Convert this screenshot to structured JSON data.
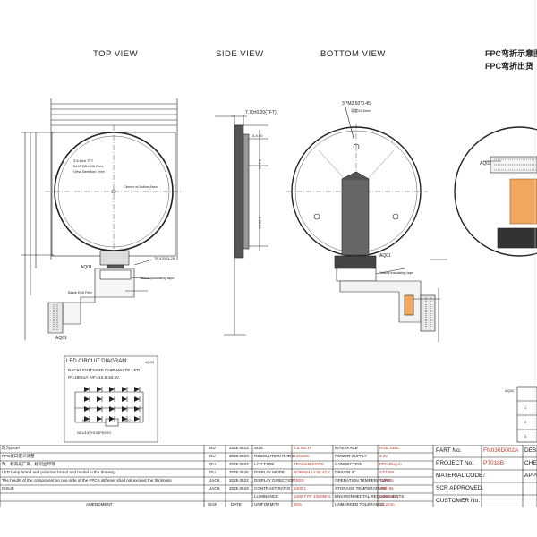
{
  "views": {
    "top": "TOP VIEW",
    "side": "SIDE VIEW",
    "bottom": "BOTTOM VIEW",
    "fpc_bend_1": "FPC弯折示意图",
    "fpc_bend_2": "FPC弯折出货"
  },
  "top_view": {
    "glass_label_1": "3.6 inch TFT",
    "glass_label_2": "544RGBx506 Dots",
    "glass_label_3": "View Direction Free",
    "active_center": "Center of Active Area",
    "connector": "TF-42003-25",
    "yellow_tape": "Yellow Insulating tape",
    "black_film": "Black EMI Film",
    "part_tag": "AQ01"
  },
  "side_view": {
    "thickness": "7.70±0.20(TFT)",
    "dim_a": "3-4.00",
    "dim_b": "3-1.00",
    "dim_c": "2-26.92"
  },
  "bottom_view": {
    "holes": "3-*M2.50*0.45",
    "depth": "深度≥3.5mm",
    "tape": "Yellow insulating tape",
    "part_tag": "AQ01"
  },
  "led_circuit": {
    "title": "LED CIRCUIT DIAGRAM:",
    "tag": "AQ05",
    "line1": "BACKLIGHT:5S4P CHIP-WHITE LED",
    "line2": "IF=180mA; VF=13.5-16.5V",
    "ntc": "NTC",
    "ntc_plus": "NTC+",
    "ic": "NCU15XH103F6SRC"
  },
  "amendments": [
    {
      "text": "改为5S4P",
      "sign": "DU",
      "date": "2025 0613"
    },
    {
      "text": "FPC接口定义调整",
      "sign": "DU",
      "date": "2025 0603"
    },
    {
      "text": "改、标背光厂商、标识丝印等",
      "sign": "DU",
      "date": "2025 0603"
    },
    {
      "text": "LED lamp brand and polarizer brand and model in the drawing",
      "sign": "DU",
      "date": "2025 0526"
    },
    {
      "text": "The height of the component on one side of the FPCA stiffener shall not exceed the thickness",
      "sign": "JACK",
      "date": "2025 0522"
    },
    {
      "text": "ISSUE",
      "sign": "JACK",
      "date": "2025 0519"
    }
  ],
  "amend_headers": {
    "amendment": "AMENDMENT",
    "sign": "SIGN",
    "date": "DATE"
  },
  "specs_left": [
    {
      "k": "SIZE",
      "v": "3.6 INCH"
    },
    {
      "k": "RESOLUTION RATIO",
      "v": "544x506"
    },
    {
      "k": "LCD TYPE",
      "v": "TRANSMISSIVE"
    },
    {
      "k": "DISPLAY MODE",
      "v": "NORMALLY BLACK"
    },
    {
      "k": "DISPLAY DIRECTION",
      "v": "FREE"
    },
    {
      "k": "CONTRAST RATIO",
      "v": "1000:1"
    },
    {
      "k": "LUMINANCE",
      "v": "1200 TYP. 1050MIN."
    },
    {
      "k": "UNIFORMITY",
      "v": "80%"
    }
  ],
  "specs_right": [
    {
      "k": "INTERFACE",
      "v": "RGB 24Bit"
    },
    {
      "k": "POWER SUPPLY",
      "v": "3.3V"
    },
    {
      "k": "CONNECTION",
      "v": "FPC Plug-in"
    },
    {
      "k": "DRIVER IC",
      "v": "ST7268"
    },
    {
      "k": "OPERATION TEMPERATURE",
      "v": "-30/+85"
    },
    {
      "k": "STORAGE TEMPERATURE",
      "v": "-30/+85"
    },
    {
      "k": "ENVIRONMENTAL REQUIREMENTS",
      "v": "RoHS 2.0"
    },
    {
      "k": "UNMARKED TOLERANCE",
      "v": "±0.2mm"
    }
  ],
  "parts": [
    {
      "k": "PART No.",
      "v": "FN036D002A"
    },
    {
      "k": "PROJECT No.",
      "v": "P7018B"
    },
    {
      "k": "MATERIAL CODE.",
      "v": "/"
    },
    {
      "k": "SCR APPROVED.",
      "v": ""
    },
    {
      "k": "CUSTOMER No.",
      "v": ""
    }
  ],
  "right_col": {
    "design": "DESIG",
    "check": "CHEC",
    "approve": "APPR"
  },
  "side_table": {
    "tag": "AQ02",
    "rows": [
      "1",
      "2",
      "3"
    ]
  },
  "side_tags": {
    "aq01": "AQ01",
    "aq03": "AQ03"
  }
}
